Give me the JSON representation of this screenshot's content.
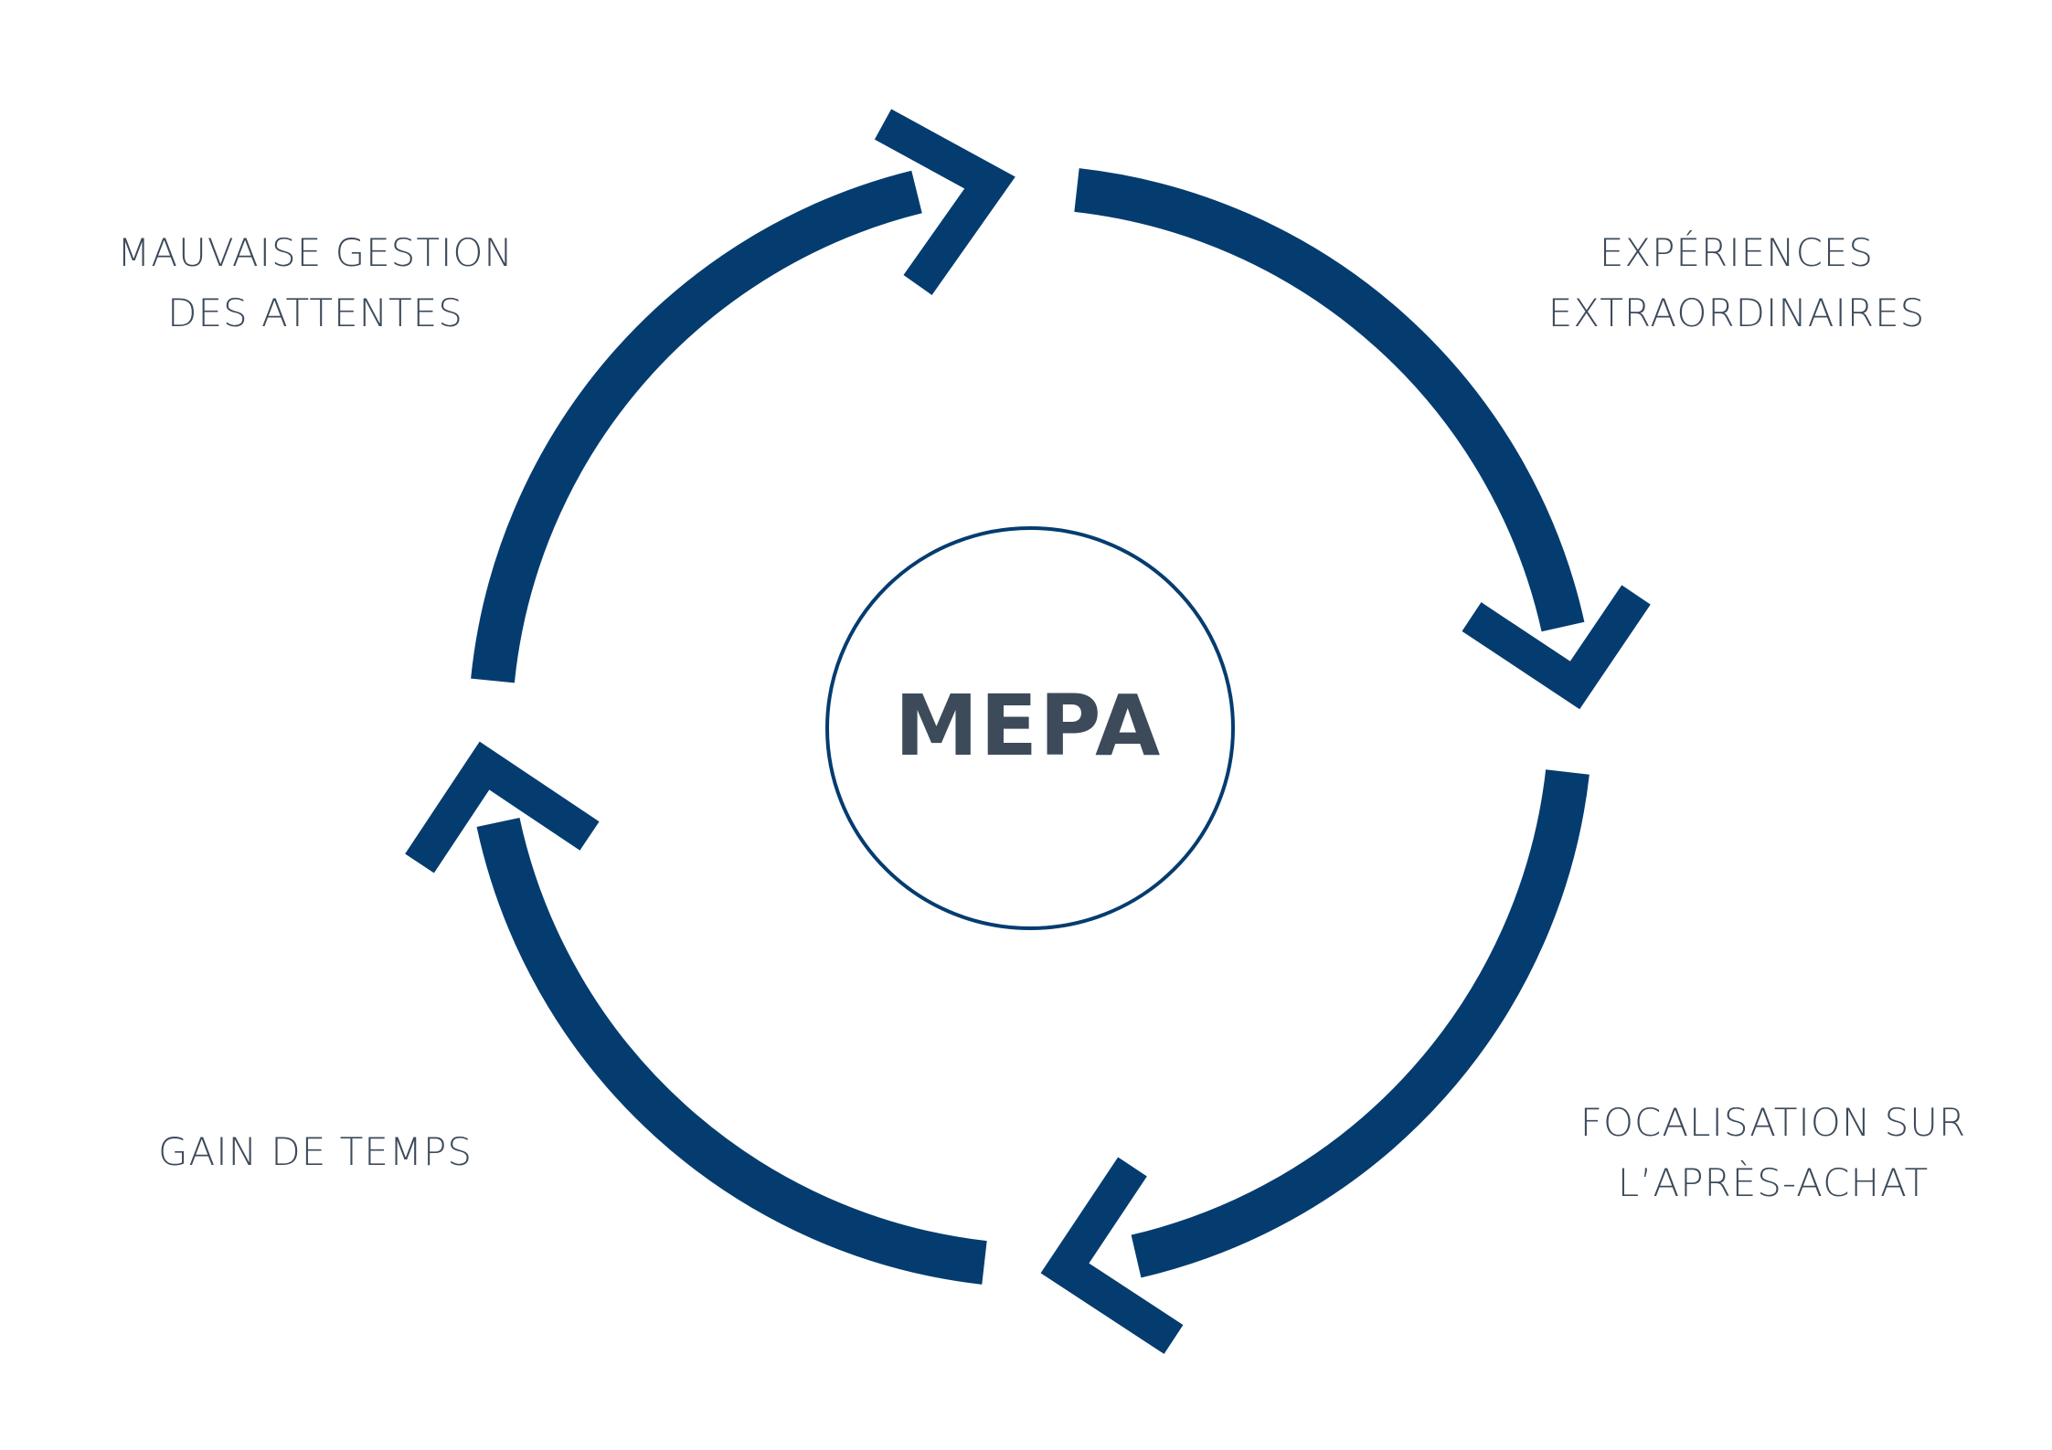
{
  "center": {
    "label": "MEPA"
  },
  "labels": {
    "top_left": [
      "MAUVAISE GESTION",
      "DES ATTENTES"
    ],
    "top_right": [
      "EXPÉRIENCES",
      "EXTRAORDINAIRES"
    ],
    "bottom_right": [
      "FOCALISATION SUR",
      "L’APRÈS-ACHAT"
    ],
    "bottom_left": [
      "GAIN DE TEMPS"
    ]
  },
  "colors": {
    "arrow": "#043c70",
    "text": "#3c4a5a",
    "circle_stroke": "#043c70",
    "background": "#ffffff"
  }
}
